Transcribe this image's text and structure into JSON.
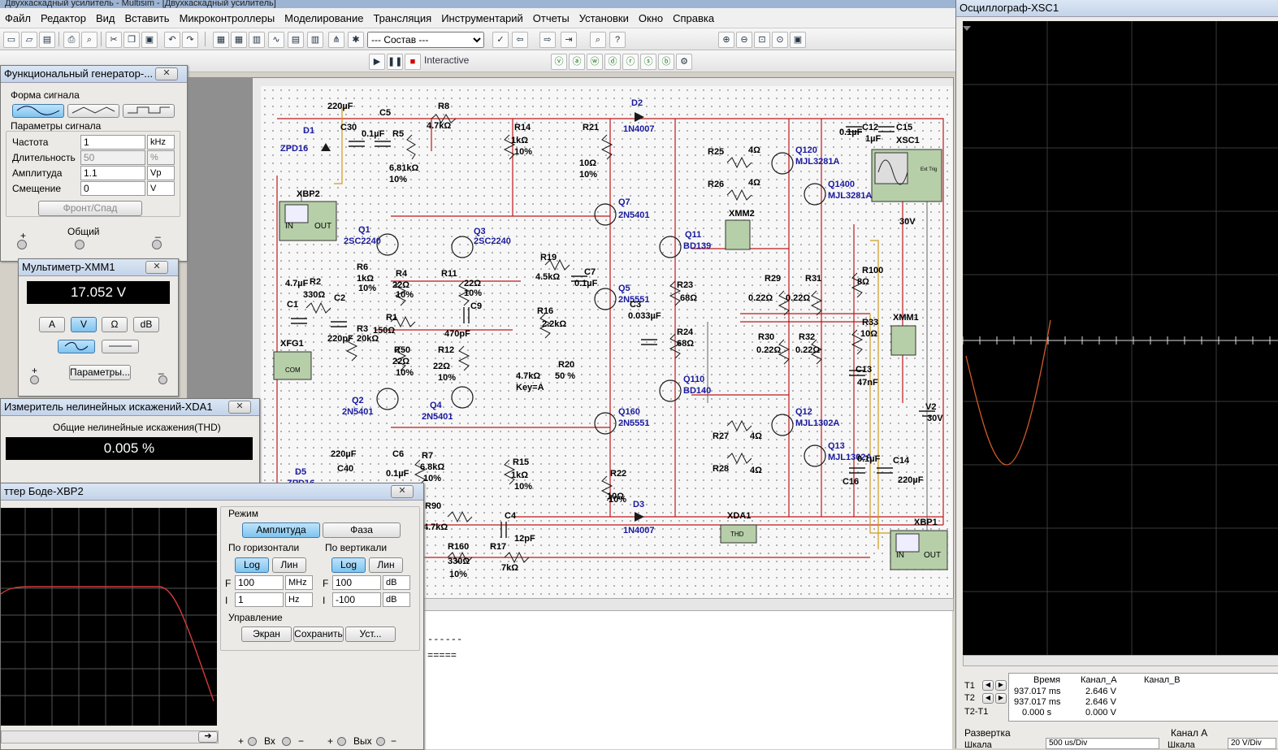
{
  "window": {
    "title": "Двухкаскадный усилитель - Multisim - [Двухкаскадный усилитель]"
  },
  "menu": [
    "Файл",
    "Редактор",
    "Вид",
    "Вставить",
    "Микроконтроллеры",
    "Моделирование",
    "Трансляция",
    "Инструментарий",
    "Отчеты",
    "Установки",
    "Окно",
    "Справка"
  ],
  "toolbar": {
    "combo_value": "--- Состав ---",
    "interactive_label": "Interactive"
  },
  "func_gen": {
    "title": "Функциональный генератор-...",
    "waveform_label": "Форма сигнала",
    "params_label": "Параметры сигнала",
    "rows": [
      {
        "label": "Частота",
        "value": "1",
        "unit": "kHz"
      },
      {
        "label": "Длительность",
        "value": "50",
        "unit": "%"
      },
      {
        "label": "Амплитуда",
        "value": "1.1",
        "unit": "Vp"
      },
      {
        "label": "Смещение",
        "value": "0",
        "unit": "V"
      }
    ],
    "rise_fall_button": "Фронт/Спад",
    "common_label": "Общий",
    "plus": "+",
    "minus": "_"
  },
  "multimeter": {
    "title": "Мультиметр-XMM1",
    "display": "17.052 V",
    "modes": [
      "A",
      "V",
      "Ω",
      "dB"
    ],
    "params_button": "Параметры...",
    "plus": "+",
    "minus": "_"
  },
  "distortion": {
    "title": "Измеритель нелинейных искажений-XDA1",
    "heading": "Общие нелинейные искажения(THD)",
    "value": "0.005 %"
  },
  "bode": {
    "title": "ттер Боде-XBP2",
    "mode_label": "Режим",
    "amplitude_button": "Амплитуда",
    "phase_button": "Фаза",
    "horizontal_label": "По горизонтали",
    "vertical_label": "По вертикали",
    "log": "Log",
    "lin": "Лин",
    "h_F": "100",
    "h_F_unit": "MHz",
    "h_I": "1",
    "h_I_unit": "Hz",
    "v_F": "100",
    "v_F_unit": "dB",
    "v_I": "-100",
    "v_I_unit": "dB",
    "f_label": "F",
    "i_label": "I",
    "control_label": "Управление",
    "screen_button": "Экран",
    "save_button": "Сохранить",
    "setup_button": "Уст...",
    "in_label": "Вх",
    "out_label": "Вых",
    "plus": "+",
    "minus": "−"
  },
  "scope": {
    "title": "Осциллограф-XSC1",
    "headers": [
      "Время",
      "Канал_A",
      "Канал_B"
    ],
    "rows": [
      {
        "name": "T1",
        "time": "937.017 ms",
        "a": "2.646 V",
        "b": ""
      },
      {
        "name": "T2",
        "time": "937.017 ms",
        "a": "2.646 V",
        "b": ""
      },
      {
        "name": "T2-T1",
        "time": "0.000 s",
        "a": "0.000 V",
        "b": ""
      }
    ],
    "sweep_label": "Развертка",
    "channel_a_label": "Канал A",
    "scale_label": "Шкала",
    "scale_value": "500 us/Div",
    "ch_scale_value": "20 V/Div"
  },
  "schematic": {
    "labels": [
      {
        "t": "220µF",
        "c": "#000"
      },
      {
        "t": "C5",
        "c": "#000"
      },
      {
        "t": "R8",
        "c": "#000"
      },
      {
        "t": "4.7kΩ",
        "c": "#000"
      },
      {
        "t": "D2",
        "c": "#1a1aa0"
      },
      {
        "t": "1N4007",
        "c": "#1a1aa0"
      },
      {
        "t": "D1",
        "c": "#1a1aa0"
      },
      {
        "t": "ZPD16",
        "c": "#1a1aa0"
      },
      {
        "t": "C30",
        "c": "#000"
      },
      {
        "t": "0.1µF",
        "c": "#000"
      },
      {
        "t": "R5",
        "c": "#000"
      },
      {
        "t": "6.81kΩ",
        "c": "#000"
      },
      {
        "t": "10%",
        "c": "#000"
      },
      {
        "t": "R14",
        "c": "#000"
      },
      {
        "t": "1kΩ",
        "c": "#000"
      },
      {
        "t": "10%",
        "c": "#000"
      },
      {
        "t": "R21",
        "c": "#000"
      },
      {
        "t": "10Ω",
        "c": "#000"
      },
      {
        "t": "10%",
        "c": "#000"
      },
      {
        "t": "R25",
        "c": "#000"
      },
      {
        "t": "4Ω",
        "c": "#000"
      },
      {
        "t": "R26",
        "c": "#000"
      },
      {
        "t": "4Ω",
        "c": "#000"
      },
      {
        "t": "Q120",
        "c": "#1a1aa0"
      },
      {
        "t": "MJL3281A",
        "c": "#1a1aa0"
      },
      {
        "t": "Q1400",
        "c": "#1a1aa0"
      },
      {
        "t": "MJL3281A",
        "c": "#1a1aa0"
      },
      {
        "t": "0.1µF",
        "c": "#000"
      },
      {
        "t": "C12",
        "c": "#000"
      },
      {
        "t": "1µF",
        "c": "#000"
      },
      {
        "t": "C15",
        "c": "#000"
      },
      {
        "t": "XSC1",
        "c": "#000"
      },
      {
        "t": "XBP2",
        "c": "#000"
      },
      {
        "t": "Q7",
        "c": "#1a1aa0"
      },
      {
        "t": "2N5401",
        "c": "#1a1aa0"
      },
      {
        "t": "Q1",
        "c": "#1a1aa0"
      },
      {
        "t": "2SC2240",
        "c": "#1a1aa0"
      },
      {
        "t": "Q3",
        "c": "#1a1aa0"
      },
      {
        "t": "2SC2240",
        "c": "#1a1aa0"
      },
      {
        "t": "Q11",
        "c": "#1a1aa0"
      },
      {
        "t": "BD139",
        "c": "#1a1aa0"
      },
      {
        "t": "XMM2",
        "c": "#000"
      },
      {
        "t": "30V",
        "c": "#000"
      },
      {
        "t": "R19",
        "c": "#000"
      },
      {
        "t": "4.5kΩ",
        "c": "#000"
      },
      {
        "t": "C7",
        "c": "#000"
      },
      {
        "t": "0.1µF",
        "c": "#000"
      },
      {
        "t": "R6",
        "c": "#000"
      },
      {
        "t": "1kΩ",
        "c": "#000"
      },
      {
        "t": "10%",
        "c": "#000"
      },
      {
        "t": "R4",
        "c": "#000"
      },
      {
        "t": "22Ω",
        "c": "#000"
      },
      {
        "t": "10%",
        "c": "#000"
      },
      {
        "t": "R11",
        "c": "#000"
      },
      {
        "t": "22Ω",
        "c": "#000"
      },
      {
        "t": "10%",
        "c": "#000"
      },
      {
        "t": "R2",
        "c": "#000"
      },
      {
        "t": "330Ω",
        "c": "#000"
      },
      {
        "t": "4.7µF",
        "c": "#000"
      },
      {
        "t": "C1",
        "c": "#000"
      },
      {
        "t": "C2",
        "c": "#000"
      },
      {
        "t": "220pF",
        "c": "#000"
      },
      {
        "t": "R3",
        "c": "#000"
      },
      {
        "t": "20kΩ",
        "c": "#000"
      },
      {
        "t": "R1",
        "c": "#000"
      },
      {
        "t": "150Ω",
        "c": "#000"
      },
      {
        "t": "C9",
        "c": "#000"
      },
      {
        "t": "470pF",
        "c": "#000"
      },
      {
        "t": "Q5",
        "c": "#1a1aa0"
      },
      {
        "t": "2N5551",
        "c": "#1a1aa0"
      },
      {
        "t": "R16",
        "c": "#000"
      },
      {
        "t": "2.2kΩ",
        "c": "#000"
      },
      {
        "t": "C3",
        "c": "#000"
      },
      {
        "t": "0.033µF",
        "c": "#000"
      },
      {
        "t": "R23",
        "c": "#000"
      },
      {
        "t": "68Ω",
        "c": "#000"
      },
      {
        "t": "R29",
        "c": "#000"
      },
      {
        "t": "0.22Ω",
        "c": "#000"
      },
      {
        "t": "R31",
        "c": "#000"
      },
      {
        "t": "0.22Ω",
        "c": "#000"
      },
      {
        "t": "R100",
        "c": "#000"
      },
      {
        "t": "8Ω",
        "c": "#000"
      },
      {
        "t": "XMM1",
        "c": "#000"
      },
      {
        "t": "R33",
        "c": "#000"
      },
      {
        "t": "10Ω",
        "c": "#000"
      },
      {
        "t": "C13",
        "c": "#000"
      },
      {
        "t": "47nF",
        "c": "#000"
      },
      {
        "t": "XFG1",
        "c": "#000"
      },
      {
        "t": "R50",
        "c": "#000"
      },
      {
        "t": "22Ω",
        "c": "#000"
      },
      {
        "t": "10%",
        "c": "#000"
      },
      {
        "t": "R12",
        "c": "#000"
      },
      {
        "t": "22Ω",
        "c": "#000"
      },
      {
        "t": "10%",
        "c": "#000"
      },
      {
        "t": "R20",
        "c": "#000"
      },
      {
        "t": "4.7kΩ",
        "c": "#000"
      },
      {
        "t": "50 %",
        "c": "#000"
      },
      {
        "t": "Key=A",
        "c": "#000"
      },
      {
        "t": "R24",
        "c": "#000"
      },
      {
        "t": "68Ω",
        "c": "#000"
      },
      {
        "t": "R30",
        "c": "#000"
      },
      {
        "t": "0.22Ω",
        "c": "#000"
      },
      {
        "t": "R32",
        "c": "#000"
      },
      {
        "t": "0.22Ω",
        "c": "#000"
      },
      {
        "t": "Q110",
        "c": "#1a1aa0"
      },
      {
        "t": "BD140",
        "c": "#1a1aa0"
      },
      {
        "t": "Q2",
        "c": "#1a1aa0"
      },
      {
        "t": "2N5401",
        "c": "#1a1aa0"
      },
      {
        "t": "Q4",
        "c": "#1a1aa0"
      },
      {
        "t": "2N5401",
        "c": "#1a1aa0"
      },
      {
        "t": "Q160",
        "c": "#1a1aa0"
      },
      {
        "t": "2N5551",
        "c": "#1a1aa0"
      },
      {
        "t": "R27",
        "c": "#000"
      },
      {
        "t": "4Ω",
        "c": "#000"
      },
      {
        "t": "R28",
        "c": "#000"
      },
      {
        "t": "4Ω",
        "c": "#000"
      },
      {
        "t": "Q12",
        "c": "#1a1aa0"
      },
      {
        "t": "MJL1302A",
        "c": "#1a1aa0"
      },
      {
        "t": "Q13",
        "c": "#1a1aa0"
      },
      {
        "t": "MJL1302A",
        "c": "#1a1aa0"
      },
      {
        "t": "V2",
        "c": "#000"
      },
      {
        "t": "30V",
        "c": "#000"
      },
      {
        "t": "220µF",
        "c": "#000"
      },
      {
        "t": "C6",
        "c": "#000"
      },
      {
        "t": "C40",
        "c": "#000"
      },
      {
        "t": "0.1µF",
        "c": "#000"
      },
      {
        "t": "R7",
        "c": "#000"
      },
      {
        "t": "6.8kΩ",
        "c": "#000"
      },
      {
        "t": "10%",
        "c": "#000"
      },
      {
        "t": "R15",
        "c": "#000"
      },
      {
        "t": "1kΩ",
        "c": "#000"
      },
      {
        "t": "10%",
        "c": "#000"
      },
      {
        "t": "R22",
        "c": "#000"
      },
      {
        "t": "10Ω",
        "c": "#000"
      },
      {
        "t": "10%",
        "c": "#000"
      },
      {
        "t": "C14",
        "c": "#000"
      },
      {
        "t": "220µF",
        "c": "#000"
      },
      {
        "t": "C16",
        "c": "#000"
      },
      {
        "t": "0.1µF",
        "c": "#000"
      },
      {
        "t": "R90",
        "c": "#000"
      },
      {
        "t": "4.7kΩ",
        "c": "#000"
      },
      {
        "t": "C4",
        "c": "#000"
      },
      {
        "t": "12pF",
        "c": "#000"
      },
      {
        "t": "D3",
        "c": "#1a1aa0"
      },
      {
        "t": "1N4007",
        "c": "#1a1aa0"
      },
      {
        "t": "XDA1",
        "c": "#000"
      },
      {
        "t": "XBP1",
        "c": "#000"
      },
      {
        "t": "R160",
        "c": "#000"
      },
      {
        "t": "330Ω",
        "c": "#000"
      },
      {
        "t": "10%",
        "c": "#000"
      },
      {
        "t": "R17",
        "c": "#000"
      },
      {
        "t": "7kΩ",
        "c": "#000"
      },
      {
        "t": "D5",
        "c": "#1a1aa0"
      },
      {
        "t": "ZPD16",
        "c": "#1a1aa0"
      }
    ],
    "instrument_in": "IN",
    "instrument_out": "OUT",
    "instrument_com": "COM",
    "instrument_thd": "THD",
    "instrument_ext_trig": "Ext Trig"
  },
  "spreadsheet_fragment": {
    "line1": "------",
    "line2": "====="
  }
}
